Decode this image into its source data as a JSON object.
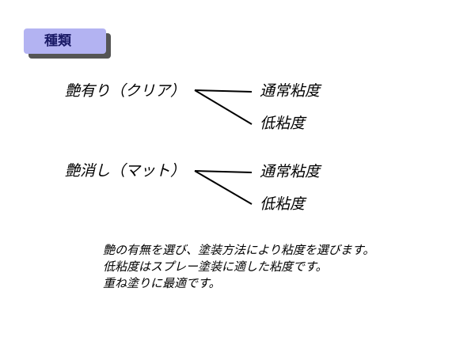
{
  "title": "種類",
  "groups": [
    {
      "label": "艶有り（クリア）",
      "options": [
        "通常粘度",
        "低粘度"
      ]
    },
    {
      "label": "艶消し（マット）",
      "options": [
        "通常粘度",
        "低粘度"
      ]
    }
  ],
  "description": [
    "艶の有無を選び、塗装方法により粘度を選びます。",
    "低粘度はスプレー塗装に適した粘度です。",
    "重ね塗りに最適です。"
  ],
  "colors": {
    "title_background": "#b3b3f2",
    "title_shadow": "#555555",
    "title_text": "#1a1a66"
  }
}
